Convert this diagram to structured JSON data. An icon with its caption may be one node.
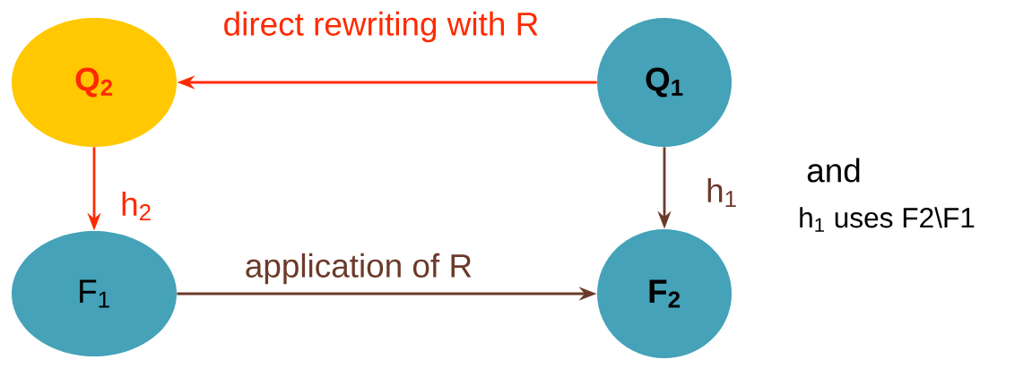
{
  "diagram": {
    "nodes": [
      {
        "text": [
          "Q$_{2}$"
        ]
      },
      {
        "text": [
          "Q$_{1}$"
        ]
      },
      {
        "text": [
          "F$_{1}$"
        ]
      },
      {
        "text": [
          "F$_{2}$"
        ]
      }
    ],
    "edges": [
      {
        "from": 1,
        "to": 0,
        "arrow": "to",
        "label": "direct rewriting with R",
        "color": "#ff2a00"
      },
      {
        "from": 0,
        "to": 2,
        "arrow": "to",
        "label": "h$_{2}$",
        "color": "#ff2a00"
      },
      {
        "from": 1,
        "to": 3,
        "arrow": "to",
        "label": "h$_{1}$",
        "color": "#6b3a2a"
      },
      {
        "from": 2,
        "to": 3,
        "arrow": "to",
        "label": "application of R",
        "color": "#6b3a2a"
      }
    ],
    "labels": [
      "and",
      "h$_{1}$ uses F2\\F1"
    ]
  }
}
